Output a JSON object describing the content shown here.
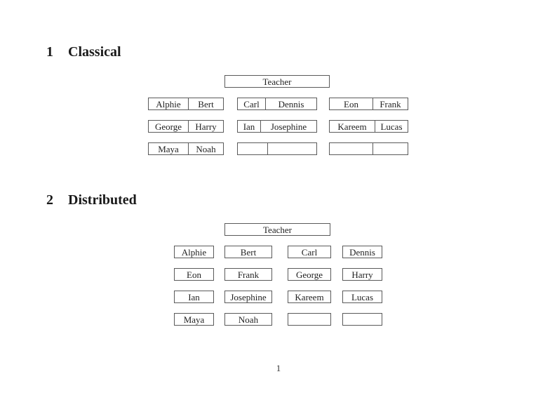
{
  "document": {
    "page_number": "1",
    "sections": [
      {
        "number": "1",
        "title": "Classical",
        "teacher_label": "Teacher",
        "pair_rows": [
          [
            [
              "Alphie",
              "Bert"
            ],
            [
              "Carl",
              "Dennis"
            ],
            [
              "Eon",
              "Frank"
            ]
          ],
          [
            [
              "George",
              "Harry"
            ],
            [
              "Ian",
              "Josephine"
            ],
            [
              "Kareem",
              "Lucas"
            ]
          ],
          [
            [
              "Maya",
              "Noah"
            ],
            [
              "",
              ""
            ],
            [
              "",
              ""
            ]
          ]
        ]
      },
      {
        "number": "2",
        "title": "Distributed",
        "teacher_label": "Teacher",
        "rows": [
          [
            "Alphie",
            "Bert",
            "Carl",
            "Dennis"
          ],
          [
            "Eon",
            "Frank",
            "George",
            "Harry"
          ],
          [
            "Ian",
            "Josephine",
            "Kareem",
            "Lucas"
          ],
          [
            "Maya",
            "Noah",
            "",
            ""
          ]
        ]
      }
    ]
  }
}
